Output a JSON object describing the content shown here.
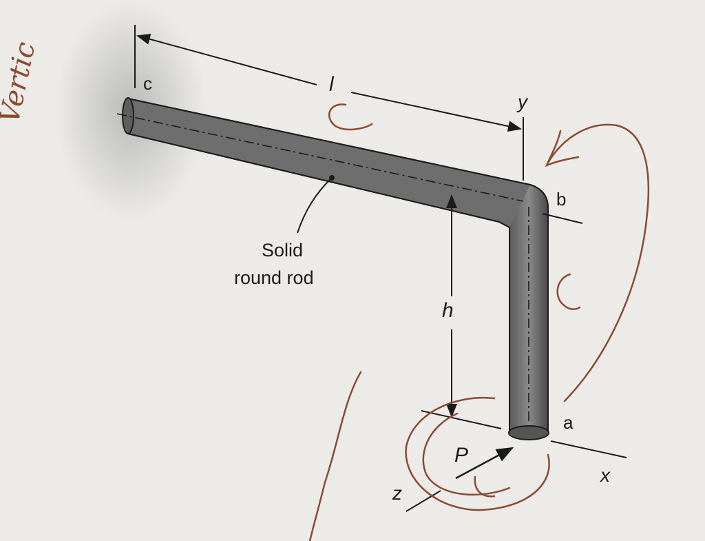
{
  "points": {
    "c": "c",
    "b": "b",
    "a": "a"
  },
  "axes": {
    "y": "y",
    "x": "x",
    "z": "z"
  },
  "dimensions": {
    "length": "l",
    "height": "h"
  },
  "load": "P",
  "rod_caption": {
    "line1": "Solid",
    "line2": "round rod"
  },
  "handwritten_note": "Vertic",
  "colors": {
    "ink": "#1b1b1b",
    "rod": "#6e6e6e",
    "pen": "#8a4a32",
    "paper": "#ecebe7"
  }
}
